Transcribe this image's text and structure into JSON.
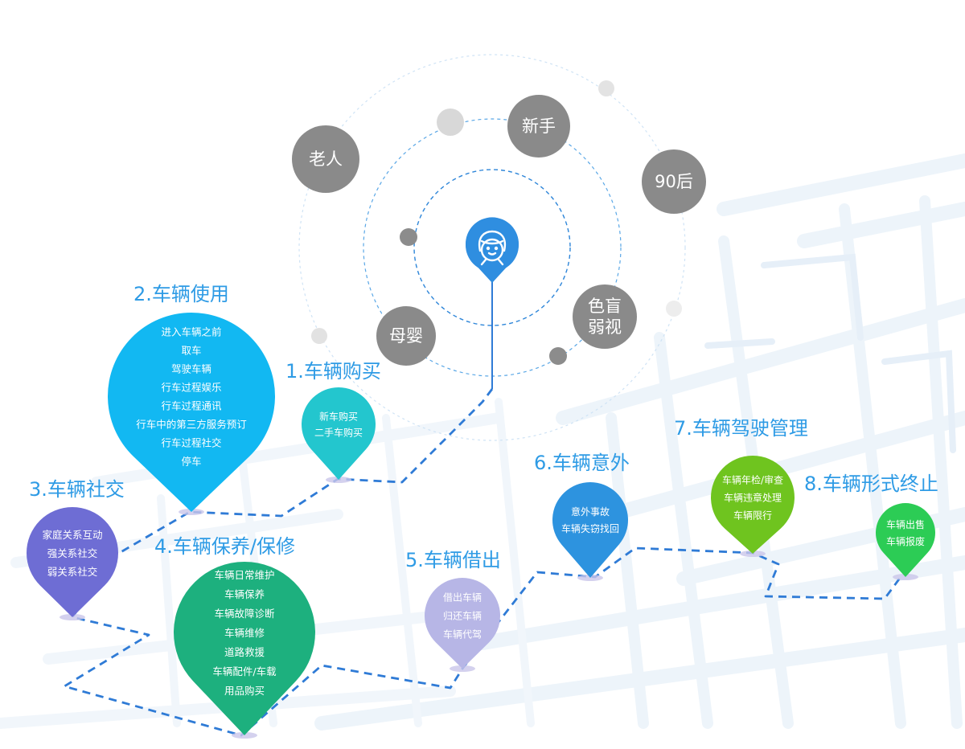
{
  "center": {
    "icon": "user-face-icon"
  },
  "personas": [
    {
      "label": "老人"
    },
    {
      "label": "新手"
    },
    {
      "label": "90后"
    },
    {
      "label": "色盲\n弱视"
    },
    {
      "label": "母婴"
    }
  ],
  "stages": [
    {
      "title": "1.车辆购买",
      "items": [
        "新车购买",
        "二手车购买"
      ],
      "color": "#23C6CE"
    },
    {
      "title": "2.车辆使用",
      "items": [
        "进入车辆之前",
        "取车",
        "驾驶车辆",
        "行车过程娱乐",
        "行车过程通讯",
        "行车中的第三方服务预订",
        "行车过程社交",
        "停车"
      ],
      "color": "#12B8F2"
    },
    {
      "title": "3.车辆社交",
      "items": [
        "家庭关系互动",
        "强关系社交",
        "弱关系社交"
      ],
      "color": "#6E6DD4"
    },
    {
      "title": "4.车辆保养/保修",
      "items": [
        "车辆日常维护",
        "车辆保养",
        "车辆故障诊断",
        "车辆维修",
        "道路救援",
        "车辆配件/车载",
        "用品购买"
      ],
      "color": "#1DB07E"
    },
    {
      "title": "5.车辆借出",
      "items": [
        "借出车辆",
        "归还车辆",
        "车辆代驾"
      ],
      "color": "#B7B6E6"
    },
    {
      "title": "6.车辆意外",
      "items": [
        "意外事故",
        "车辆失窃找回"
      ],
      "color": "#2D93DF"
    },
    {
      "title": "7.车辆驾驶管理",
      "items": [
        "车辆年检/审查",
        "车辆违章处理",
        "车辆限行"
      ],
      "color": "#6FC41F"
    },
    {
      "title": "8.车辆形式终止",
      "items": [
        "车辆出售",
        "车辆报废"
      ],
      "color": "#2CCC55"
    }
  ],
  "colors": {
    "title_blue": "#2E9BE5",
    "path_blue": "#2F7BD6",
    "persona_grey": "#8A8A8A",
    "center_blue": "#2F8EE0"
  }
}
